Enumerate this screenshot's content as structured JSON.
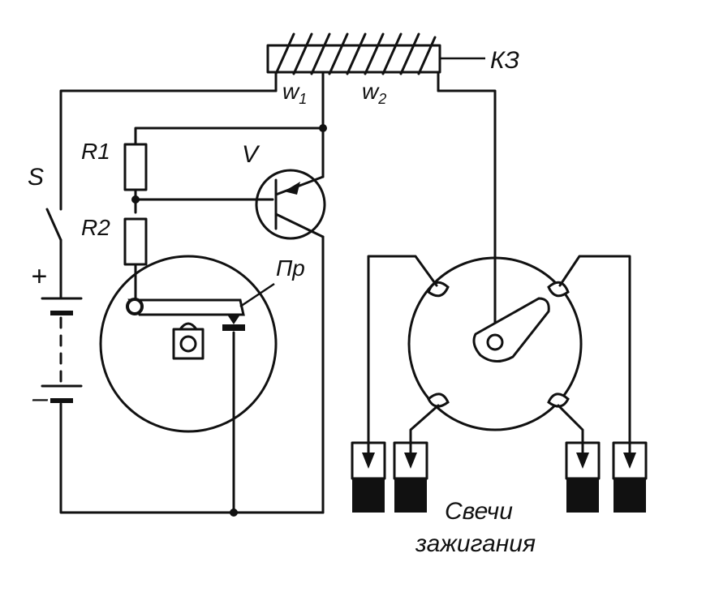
{
  "labels": {
    "coil": "КЗ",
    "w1": "w",
    "w1_sub": "1",
    "w2": "w",
    "w2_sub": "2",
    "r1": "R1",
    "r2": "R2",
    "switch": "S",
    "transistor": "V",
    "breaker": "Пр",
    "plus": "+",
    "minus": "–",
    "plugs_line1": "Свечи",
    "plugs_line2": "зажигания"
  },
  "colors": {
    "ink": "#111111",
    "background": "#ffffff"
  }
}
